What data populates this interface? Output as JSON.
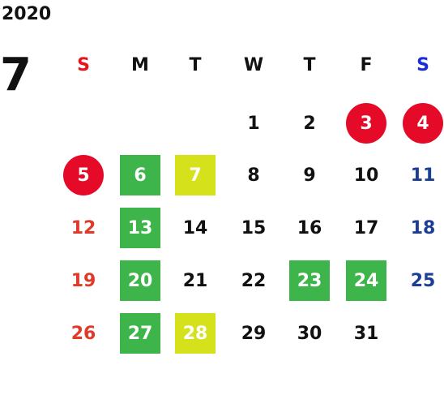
{
  "calendar": {
    "year": "2020",
    "month": "7",
    "weekdays": [
      {
        "label": "S",
        "color": "#e8141c"
      },
      {
        "label": "M",
        "color": "#111111"
      },
      {
        "label": "T",
        "color": "#111111"
      },
      {
        "label": "W",
        "color": "#111111"
      },
      {
        "label": "T",
        "color": "#111111"
      },
      {
        "label": "F",
        "color": "#111111"
      },
      {
        "label": "S",
        "color": "#1b2dd6"
      }
    ],
    "first_weekday_index": 3,
    "days": [
      {
        "label": "1",
        "style": "plain"
      },
      {
        "label": "2",
        "style": "plain"
      },
      {
        "label": "3",
        "style": "holiday-circle"
      },
      {
        "label": "4",
        "style": "holiday-circle"
      },
      {
        "label": "5",
        "style": "holiday-circle"
      },
      {
        "label": "6",
        "style": "green"
      },
      {
        "label": "7",
        "style": "yellow"
      },
      {
        "label": "8",
        "style": "plain"
      },
      {
        "label": "9",
        "style": "plain"
      },
      {
        "label": "10",
        "style": "plain"
      },
      {
        "label": "11",
        "style": "saturday"
      },
      {
        "label": "12",
        "style": "sunday"
      },
      {
        "label": "13",
        "style": "green"
      },
      {
        "label": "14",
        "style": "plain"
      },
      {
        "label": "15",
        "style": "plain"
      },
      {
        "label": "16",
        "style": "plain"
      },
      {
        "label": "17",
        "style": "plain"
      },
      {
        "label": "18",
        "style": "saturday"
      },
      {
        "label": "19",
        "style": "sunday"
      },
      {
        "label": "20",
        "style": "green"
      },
      {
        "label": "21",
        "style": "plain"
      },
      {
        "label": "22",
        "style": "plain"
      },
      {
        "label": "23",
        "style": "green"
      },
      {
        "label": "24",
        "style": "green"
      },
      {
        "label": "25",
        "style": "saturday"
      },
      {
        "label": "26",
        "style": "sunday"
      },
      {
        "label": "27",
        "style": "green"
      },
      {
        "label": "28",
        "style": "yellow"
      },
      {
        "label": "29",
        "style": "plain"
      },
      {
        "label": "30",
        "style": "plain"
      },
      {
        "label": "31",
        "style": "plain"
      }
    ],
    "styles": {
      "plain": {
        "color": "#111111",
        "bg": ""
      },
      "sunday": {
        "color": "#e03a2a",
        "bg": ""
      },
      "saturday": {
        "color": "#1c3f95",
        "bg": ""
      },
      "holiday-circle": {
        "color": "#ffffff",
        "bg": "#e50a27"
      },
      "green": {
        "color": "#ffffff",
        "bg": "#3db54a"
      },
      "yellow": {
        "color": "#ffffff",
        "bg": "#d5e11b"
      }
    }
  }
}
